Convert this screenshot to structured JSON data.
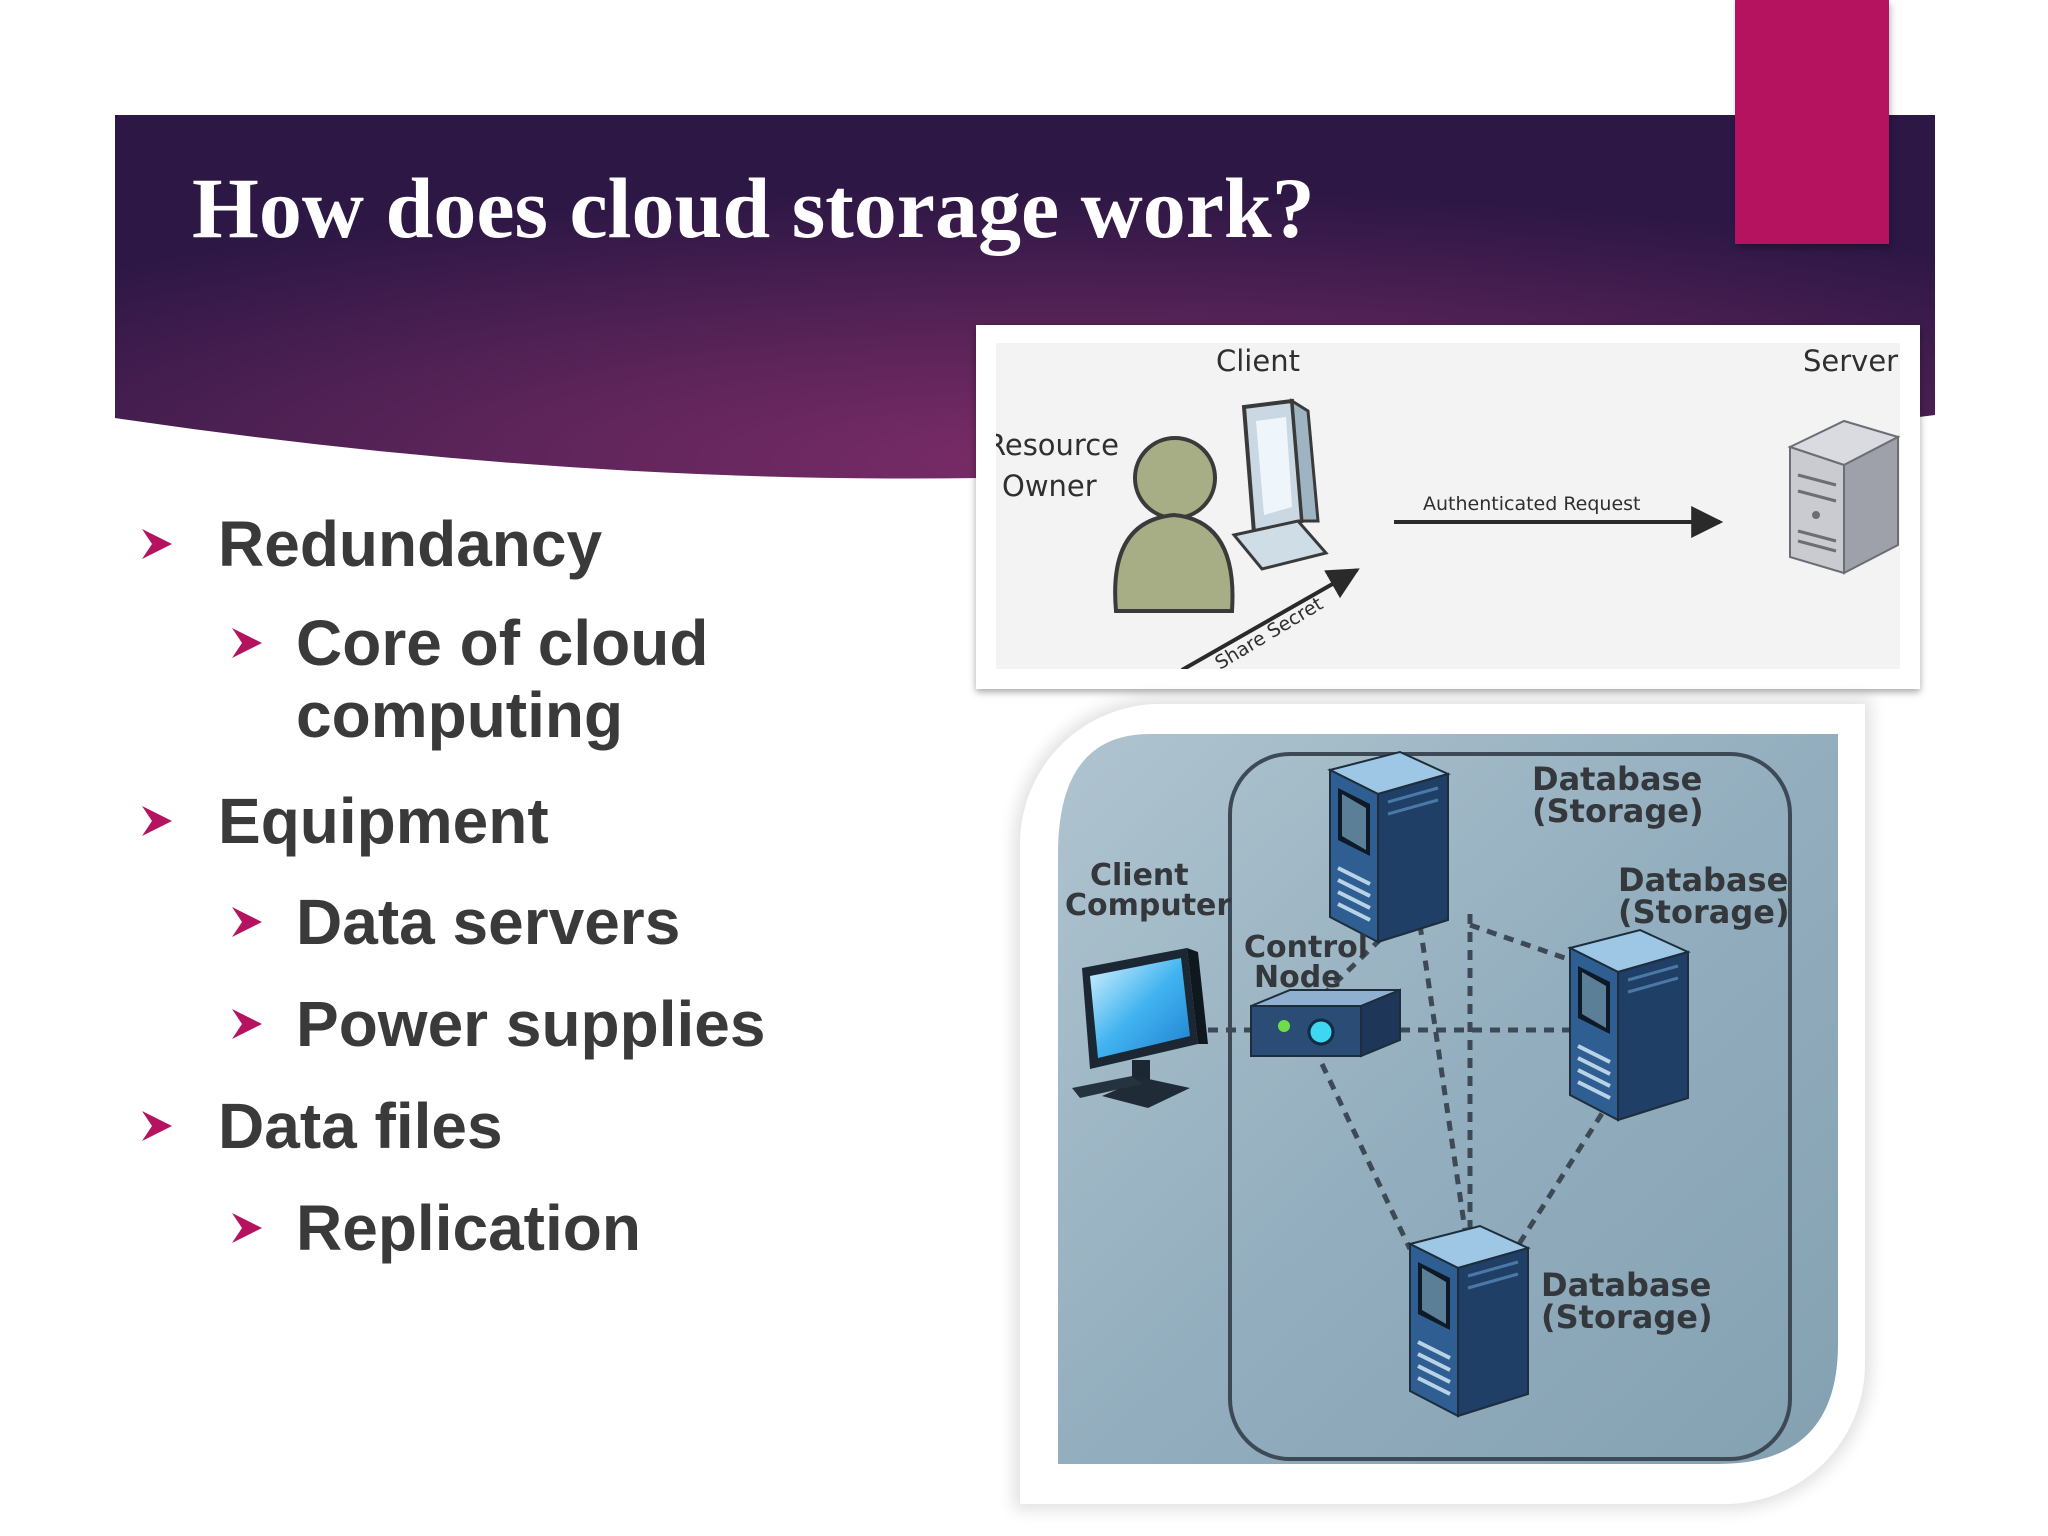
{
  "slide": {
    "title": "How does cloud storage work?",
    "colors": {
      "header_dark": "#2c1745",
      "header_mid": "#5a2458",
      "header_light": "#7b2c68",
      "accent": "#b5135f",
      "bullet_arrow": "#b5135f",
      "bullet_text": "#3a3a3a"
    }
  },
  "bullets": [
    {
      "level": 1,
      "lines": [
        "Redundancy"
      ]
    },
    {
      "level": 2,
      "lines": [
        "Core of cloud",
        "computing"
      ]
    },
    {
      "level": 1,
      "lines": [
        "Equipment"
      ]
    },
    {
      "level": 2,
      "lines": [
        "Data servers"
      ]
    },
    {
      "level": 2,
      "lines": [
        "Power supplies"
      ]
    },
    {
      "level": 1,
      "lines": [
        "Data files"
      ]
    },
    {
      "level": 2,
      "lines": [
        "Replication"
      ]
    }
  ],
  "auth_diagram": {
    "client_label": "Client",
    "server_label": "Server",
    "owner_label_line1": "Resource",
    "owner_label_line2": "Owner",
    "request_label": "Authenticated Request",
    "secret_label": "Share Secret"
  },
  "network_diagram": {
    "client_line1": "Client",
    "client_line2": "Computer",
    "control_line1": "Control",
    "control_line2": "Node",
    "db_top_line1": "Database",
    "db_top_line2": "(Storage)",
    "db_right_line1": "Database",
    "db_right_line2": "(Storage)",
    "db_bottom_line1": "Database",
    "db_bottom_line2": "(Storage)"
  }
}
